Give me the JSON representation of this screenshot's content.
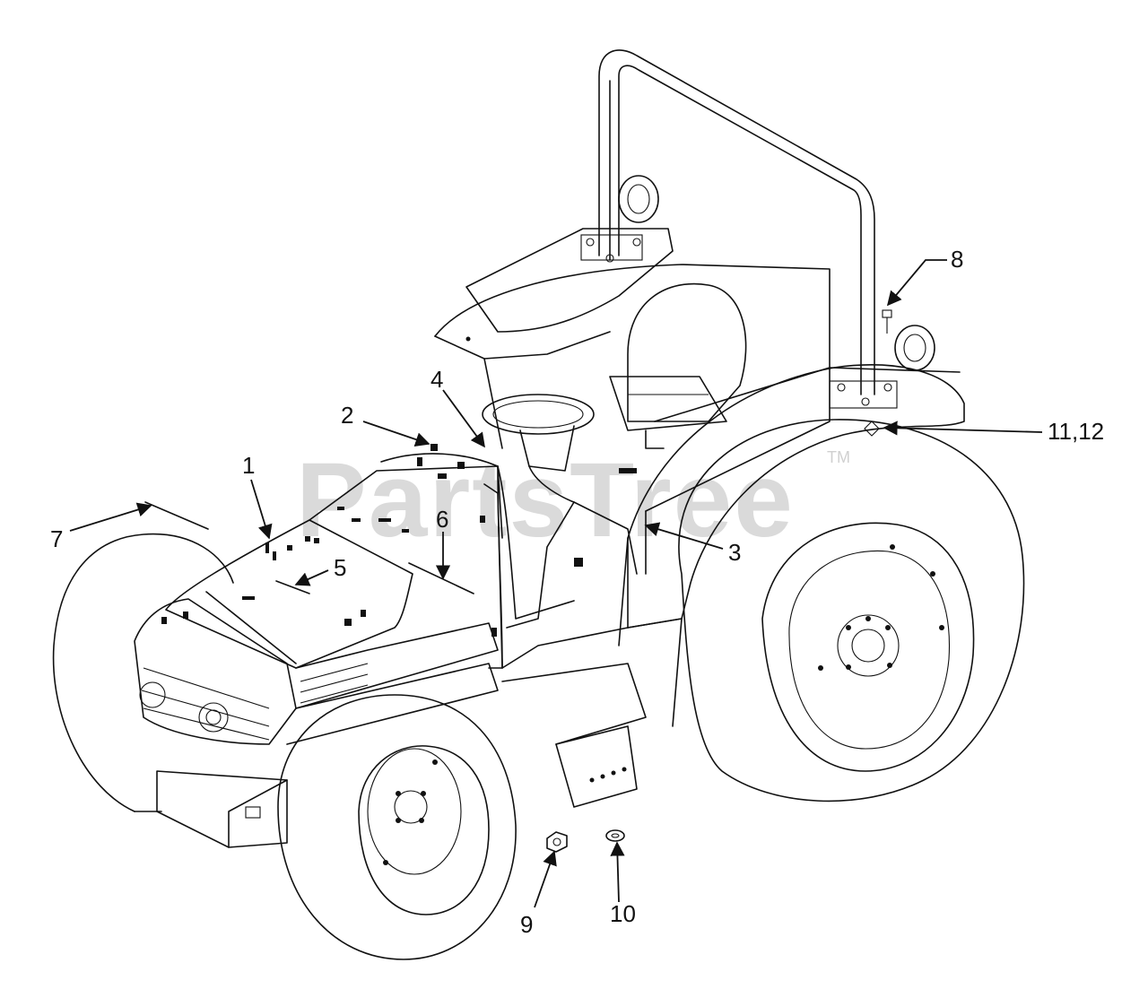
{
  "watermark": {
    "brand": "PartsTree",
    "trademark": "TM"
  },
  "callouts": [
    {
      "id": "c1",
      "label": "1"
    },
    {
      "id": "c2",
      "label": "2"
    },
    {
      "id": "c3",
      "label": "3"
    },
    {
      "id": "c4",
      "label": "4"
    },
    {
      "id": "c5",
      "label": "5"
    },
    {
      "id": "c6",
      "label": "6"
    },
    {
      "id": "c7",
      "label": "7"
    },
    {
      "id": "c8",
      "label": "8"
    },
    {
      "id": "c9",
      "label": "9"
    },
    {
      "id": "c10",
      "label": "10"
    },
    {
      "id": "c11",
      "label": "11,12"
    }
  ],
  "colors": {
    "line": "#111111",
    "watermark": "#bdbdbd",
    "background": "#ffffff"
  }
}
